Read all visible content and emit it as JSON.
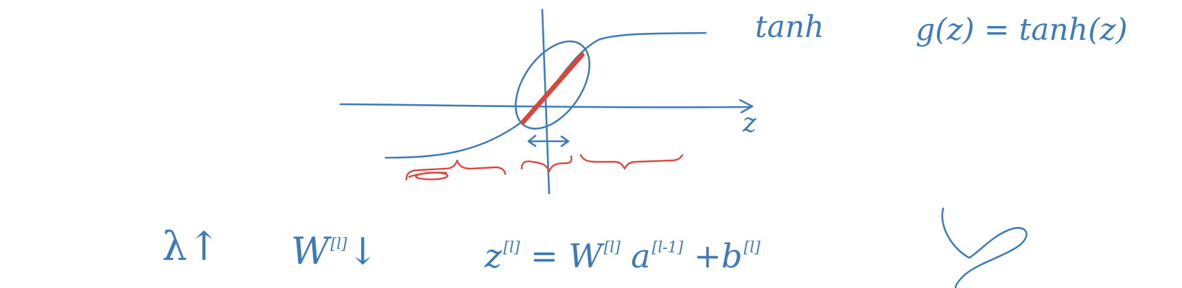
{
  "graph_labels": {
    "curve_name": "tanh",
    "axis": "z"
  },
  "function_def": {
    "text": "g(z) = tanh(z)"
  },
  "bottom_row": {
    "lambda": "λ↑",
    "w_base": "W",
    "w_sup": "[l]",
    "w_arrow": "↓",
    "z_base": "z",
    "z_sup": "[l]",
    "equals": "=",
    "w2_base": "W",
    "w2_sup": "[l]",
    "a_base": "a",
    "a_sup": "[l-1]",
    "plus_b": "+b",
    "b_sup": "[l]"
  },
  "colors": {
    "ink_blue": "#3d7ab8",
    "ink_red": "#d9463b",
    "background": "#ffffff"
  }
}
